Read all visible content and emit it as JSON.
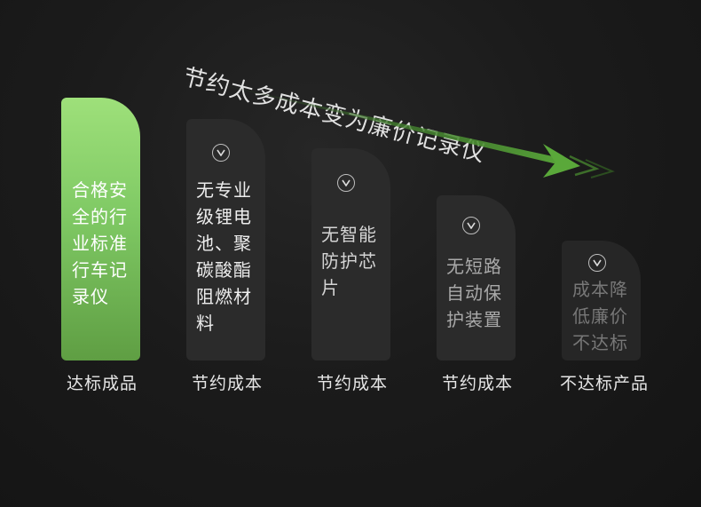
{
  "headline": "节约太多成本变为廉价记录仪",
  "colors": {
    "accent": "#6fb34e",
    "arrow": "#5aa83a",
    "card_dark": "#2b2b2b",
    "background": "#1a1a1a"
  },
  "columns": [
    {
      "card_text": "合格安\n全的行\n业标准\n行车记\n录仪",
      "label": "达标成品",
      "has_check": false
    },
    {
      "card_text": "无专业\n级锂电\n池、聚\n碳酸酯\n阻燃材\n料",
      "label": "节约成本",
      "has_check": true,
      "check_icon": "check-v-icon"
    },
    {
      "card_text": "无智能\n防护芯\n片",
      "label": "节约成本",
      "has_check": true,
      "check_icon": "check-v-icon"
    },
    {
      "card_text": "无短路\n自动保\n护装置",
      "label": "节约成本",
      "has_check": true,
      "check_icon": "check-v-icon"
    },
    {
      "card_text": "成本降\n低廉价\n不达标",
      "label": "不达标产品",
      "has_check": true,
      "check_icon": "check-v-icon"
    }
  ]
}
